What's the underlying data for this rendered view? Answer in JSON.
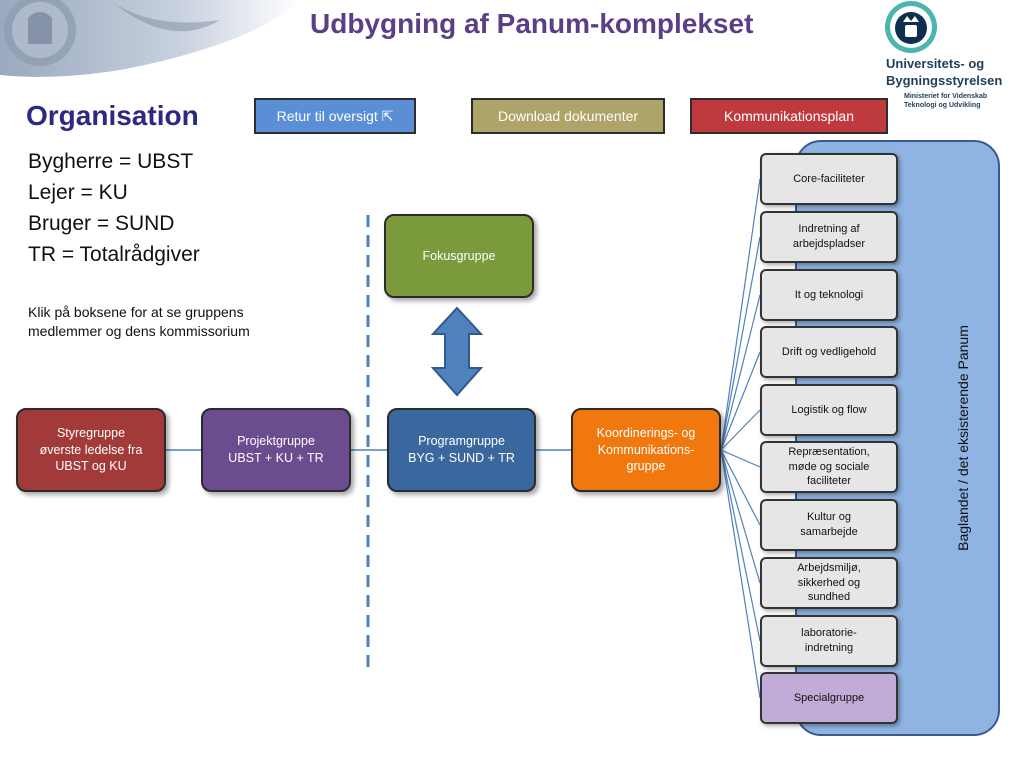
{
  "header": {
    "title": "Udbygning af Panum-komplekset",
    "logo_line1": "Universitets- og",
    "logo_line2": "Bygningsstyrelsen",
    "logo_sub1": "Ministeriet for Videnskab",
    "logo_sub2": "Teknologi og Udvikling"
  },
  "section_heading": "Organisation",
  "nav": {
    "retur_label": "Retur til oversigt ⇱",
    "download_label": "Download dokumenter",
    "komm_label": "Kommunikationsplan"
  },
  "legend": [
    "Bygherre = UBST",
    "Lejer = KU",
    "Bruger = SUND",
    "TR = Totalrådgiver"
  ],
  "hint": [
    "Klik på boksene for at se gruppens",
    "medlemmer og dens kommissorium"
  ],
  "boxes": {
    "styregruppe": [
      "Styregruppe",
      "øverste ledelse fra",
      "UBST og KU"
    ],
    "projektgruppe": [
      "Projektgruppe",
      "UBST + KU + TR"
    ],
    "programgruppe": [
      "Programgruppe",
      "BYG + SUND + TR"
    ],
    "koordinering": [
      "Koordinerings- og",
      "Kommunikations-",
      "gruppe"
    ],
    "fokusgruppe": [
      "Fokusgruppe"
    ]
  },
  "sidegroups": [
    [
      "Core-faciliteter"
    ],
    [
      "Indretning af",
      "arbejdspladser"
    ],
    [
      "It og teknologi"
    ],
    [
      "Drift og vedligehold"
    ],
    [
      "Logistik og flow"
    ],
    [
      "Repræsentation,",
      "møde og sociale",
      "faciliteter"
    ],
    [
      "Kultur og",
      "samarbejde"
    ],
    [
      "Arbejdsmiljø,",
      "sikkerhed og",
      "sundhed"
    ],
    [
      "laboratorie-",
      "indretning"
    ],
    [
      "Specialgruppe"
    ]
  ],
  "panel_label": "Baglandet / det eksisterende Panum",
  "colors": {
    "styregruppe": "#a33a3a",
    "projektgruppe": "#6a4c8f",
    "programgruppe": "#3a679e",
    "koordinering": "#f0780f",
    "fokusgruppe": "#7a9a3c",
    "specialgruppe": "#c1abd8",
    "arrow": "#4f81bd"
  }
}
